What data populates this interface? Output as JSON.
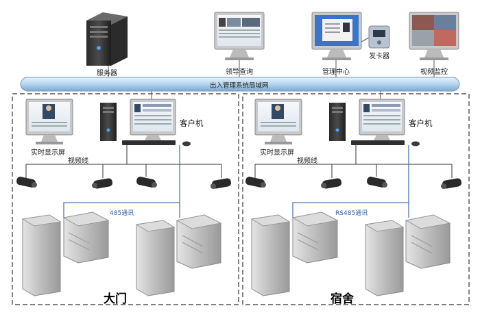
{
  "top": {
    "server": "服务器",
    "leader_query": "领导查询",
    "management_center": "管理中心",
    "card_issuer": "发卡器",
    "video_monitor": "视频监控"
  },
  "network_bus": "出入管理系统局域网",
  "sections": [
    {
      "realtime_display": "实时显示屏",
      "client": "客户机",
      "video_line": "视频线",
      "comm": "485通讯",
      "name": "大门"
    },
    {
      "realtime_display": "实时显示屏",
      "client": "客户机",
      "video_line": "视频线",
      "comm": "RS485通讯",
      "name": "宿舍"
    }
  ],
  "colors": {
    "bus": "#b8d7ef",
    "comm_line": "#4a78a8",
    "gate": "#c9c9c9"
  }
}
